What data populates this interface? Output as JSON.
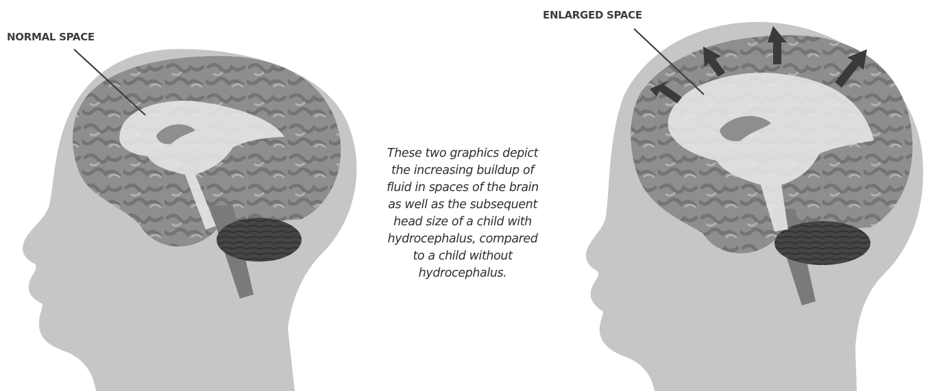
{
  "labels": {
    "normal": "NORMAL SPACE",
    "enlarged": "ENLARGED SPACE"
  },
  "caption": {
    "lines": [
      "These two graphics depict",
      "the increasing buildup of",
      "fluid in spaces of the brain",
      "as well as the subsequent",
      "head size of a child with",
      "hydrocephalus, compared",
      "to a child without",
      "hydrocephalus."
    ]
  },
  "colors": {
    "head": "#c6c6c6",
    "brain": "#8e8e8e",
    "gyri": "#6f6f6f",
    "ventricle": "#e6e6e6",
    "cerebellum": "#454545",
    "brainstem": "#7a7a7a",
    "pointer": "#3d3d3d",
    "arrow": "#3a3a3a"
  },
  "icons": [
    "child-head-silhouette",
    "brain",
    "ventricle",
    "cerebellum",
    "expansion-arrow"
  ]
}
